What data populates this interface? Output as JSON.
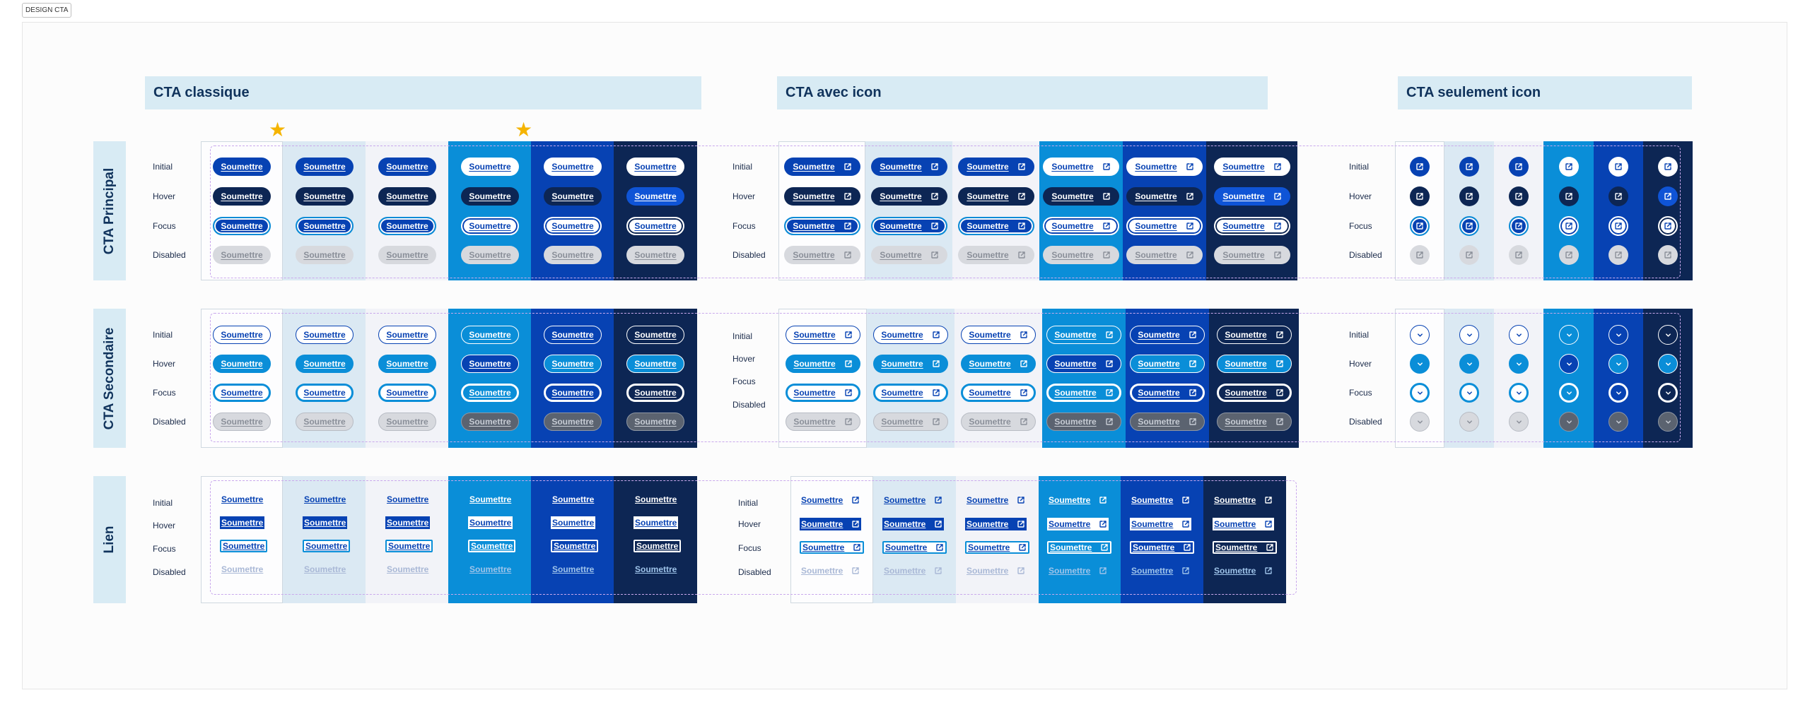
{
  "page_tag": "DESIGN CTA",
  "sections": {
    "classique": "CTA classique",
    "avec_icon": "CTA avec icon",
    "seulement_icon": "CTA seulement icon"
  },
  "rows": {
    "principal": "CTA Principal",
    "secondaire": "CTA Secondaire",
    "lien": "Lien"
  },
  "states": [
    "Initial",
    "Hover",
    "Focus",
    "Disabled"
  ],
  "button_label": "Soumettre",
  "icons": {
    "external": "external-link-icon",
    "chevron": "chevron-down-icon",
    "star": "star-icon"
  },
  "colors": {
    "column_backgrounds": [
      "#fdfdfe",
      "#dbe9f3",
      "#f2f3f8",
      "#0a8ed8",
      "#0742b3",
      "#0d2654"
    ],
    "primary_blue": "#0742b3",
    "hover_navy": "#0d2654",
    "accent_cyan": "#0a8ed8",
    "disabled_grey": "#d7d9de",
    "header_bg": "#d8ebf4",
    "highlight_star": "#f5b400"
  }
}
